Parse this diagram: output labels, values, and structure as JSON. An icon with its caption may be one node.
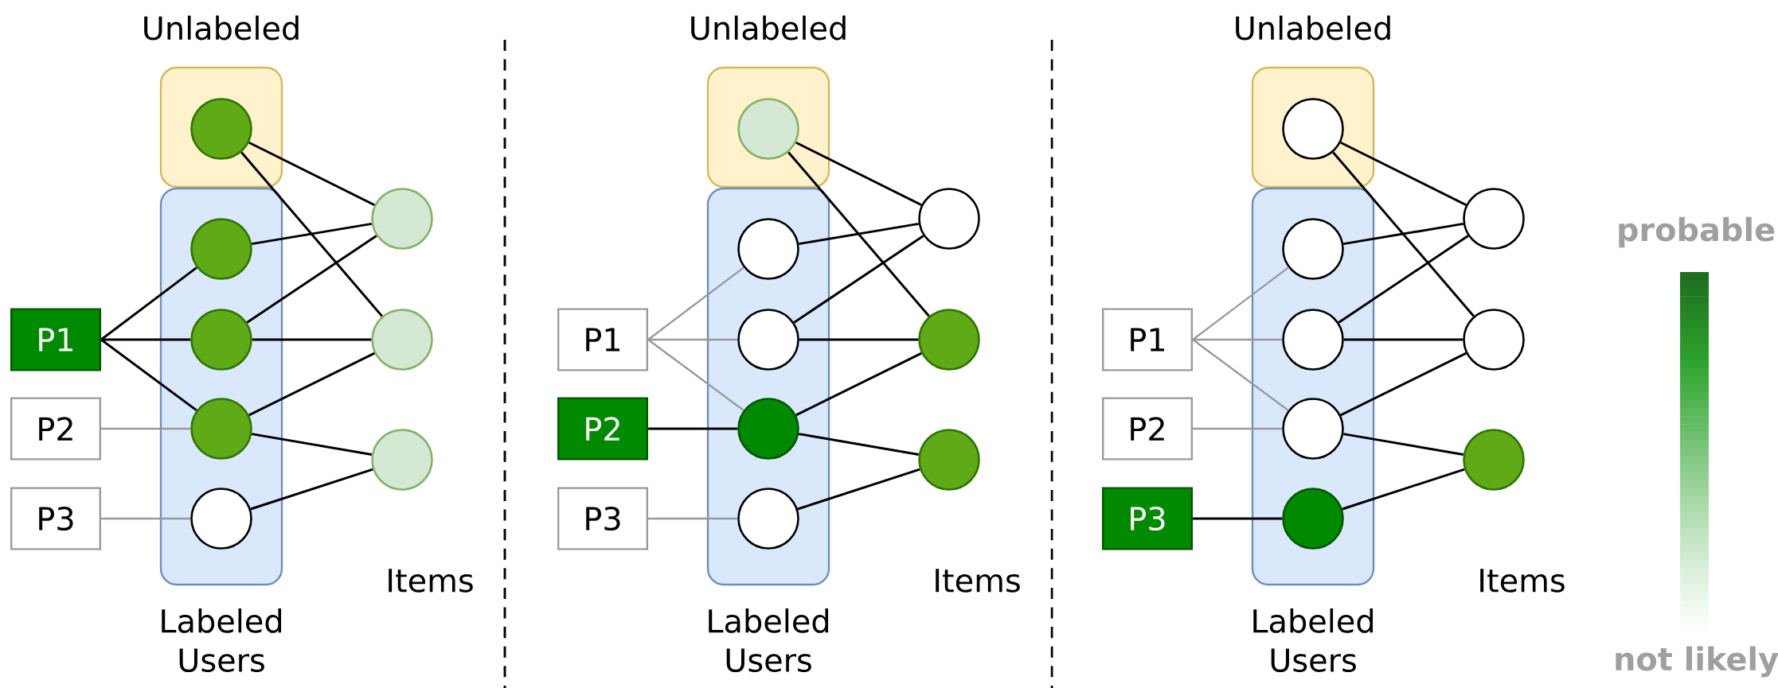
{
  "diagram": {
    "nodes": [
      {
        "text": [
          "Unlabeled"
        ]
      },
      {
        "text": [],
        "shape": "circle",
        "in": 0
      },
      {
        "text": [
          "Labeled Users"
        ]
      },
      {
        "text": [],
        "shape": "circle",
        "in": 2
      },
      {
        "text": [],
        "shape": "circle",
        "in": 2
      },
      {
        "text": [],
        "shape": "circle",
        "in": 2
      },
      {
        "text": [],
        "shape": "circle",
        "in": 2
      },
      {
        "text": [],
        "shape": "circle"
      },
      {
        "text": [],
        "shape": "circle"
      },
      {
        "text": [],
        "shape": "circle"
      },
      {
        "text": [
          "P1"
        ]
      },
      {
        "text": [
          "P2"
        ]
      },
      {
        "text": [
          "P3"
        ]
      },
      {
        "text": [
          "Unlabeled"
        ]
      },
      {
        "text": [],
        "shape": "circle",
        "in": 13
      },
      {
        "text": [
          "Labeled Users"
        ]
      },
      {
        "text": [],
        "shape": "circle",
        "in": 15
      },
      {
        "text": [],
        "shape": "circle",
        "in": 15
      },
      {
        "text": [],
        "shape": "circle",
        "in": 15
      },
      {
        "text": [],
        "shape": "circle",
        "in": 15
      },
      {
        "text": [],
        "shape": "circle"
      },
      {
        "text": [],
        "shape": "circle"
      },
      {
        "text": [],
        "shape": "circle"
      },
      {
        "text": [
          "P1"
        ]
      },
      {
        "text": [
          "P2"
        ]
      },
      {
        "text": [
          "P3"
        ]
      },
      {
        "text": [
          "Unlabeled"
        ]
      },
      {
        "text": [],
        "shape": "circle",
        "in": 26
      },
      {
        "text": [
          "Labeled Users"
        ]
      },
      {
        "text": [],
        "shape": "circle",
        "in": 28
      },
      {
        "text": [],
        "shape": "circle",
        "in": 28
      },
      {
        "text": [],
        "shape": "circle",
        "in": 28
      },
      {
        "text": [],
        "shape": "circle",
        "in": 28
      },
      {
        "text": [],
        "shape": "circle"
      },
      {
        "text": [],
        "shape": "circle"
      },
      {
        "text": [],
        "shape": "circle"
      },
      {
        "text": [
          "P1"
        ]
      },
      {
        "text": [
          "P2"
        ]
      },
      {
        "text": [
          "P3"
        ]
      }
    ],
    "edges": [
      {
        "from": 1,
        "to": 7,
        "arrow": "none"
      },
      {
        "from": 1,
        "to": 8,
        "arrow": "none"
      },
      {
        "from": 3,
        "to": 7,
        "arrow": "none"
      },
      {
        "from": 4,
        "to": 7,
        "arrow": "none"
      },
      {
        "from": 4,
        "to": 8,
        "arrow": "none"
      },
      {
        "from": 5,
        "to": 8,
        "arrow": "none"
      },
      {
        "from": 5,
        "to": 9,
        "arrow": "none"
      },
      {
        "from": 6,
        "to": 9,
        "arrow": "none"
      },
      {
        "from": 10,
        "to": 3,
        "arrow": "none"
      },
      {
        "from": 10,
        "to": 4,
        "arrow": "none"
      },
      {
        "from": 10,
        "to": 5,
        "arrow": "none"
      },
      {
        "from": 11,
        "to": 5,
        "arrow": "none",
        "color": "#999999"
      },
      {
        "from": 12,
        "to": 6,
        "arrow": "none",
        "color": "#999999"
      },
      {
        "from": 14,
        "to": 20,
        "arrow": "none"
      },
      {
        "from": 14,
        "to": 21,
        "arrow": "none"
      },
      {
        "from": 16,
        "to": 20,
        "arrow": "none"
      },
      {
        "from": 17,
        "to": 20,
        "arrow": "none"
      },
      {
        "from": 17,
        "to": 21,
        "arrow": "none"
      },
      {
        "from": 18,
        "to": 21,
        "arrow": "none"
      },
      {
        "from": 18,
        "to": 22,
        "arrow": "none"
      },
      {
        "from": 19,
        "to": 22,
        "arrow": "none"
      },
      {
        "from": 23,
        "to": 16,
        "arrow": "none",
        "color": "#999999"
      },
      {
        "from": 23,
        "to": 17,
        "arrow": "none",
        "color": "#999999"
      },
      {
        "from": 23,
        "to": 18,
        "arrow": "none",
        "color": "#999999"
      },
      {
        "from": 24,
        "to": 18,
        "arrow": "none"
      },
      {
        "from": 25,
        "to": 19,
        "arrow": "none",
        "color": "#999999"
      },
      {
        "from": 27,
        "to": 33,
        "arrow": "none"
      },
      {
        "from": 27,
        "to": 34,
        "arrow": "none"
      },
      {
        "from": 29,
        "to": 33,
        "arrow": "none"
      },
      {
        "from": 30,
        "to": 33,
        "arrow": "none"
      },
      {
        "from": 30,
        "to": 34,
        "arrow": "none"
      },
      {
        "from": 31,
        "to": 34,
        "arrow": "none"
      },
      {
        "from": 31,
        "to": 35,
        "arrow": "none"
      },
      {
        "from": 32,
        "to": 35,
        "arrow": "none"
      },
      {
        "from": 36,
        "to": 29,
        "arrow": "none",
        "color": "#999999"
      },
      {
        "from": 36,
        "to": 30,
        "arrow": "none",
        "color": "#999999"
      },
      {
        "from": 36,
        "to": 31,
        "arrow": "none",
        "color": "#999999"
      },
      {
        "from": 37,
        "to": 31,
        "arrow": "none",
        "color": "#999999"
      },
      {
        "from": 38,
        "to": 32,
        "arrow": "none"
      }
    ],
    "labels": [
      "Items",
      "Items",
      "Items",
      "probable",
      "not likely"
    ]
  }
}
